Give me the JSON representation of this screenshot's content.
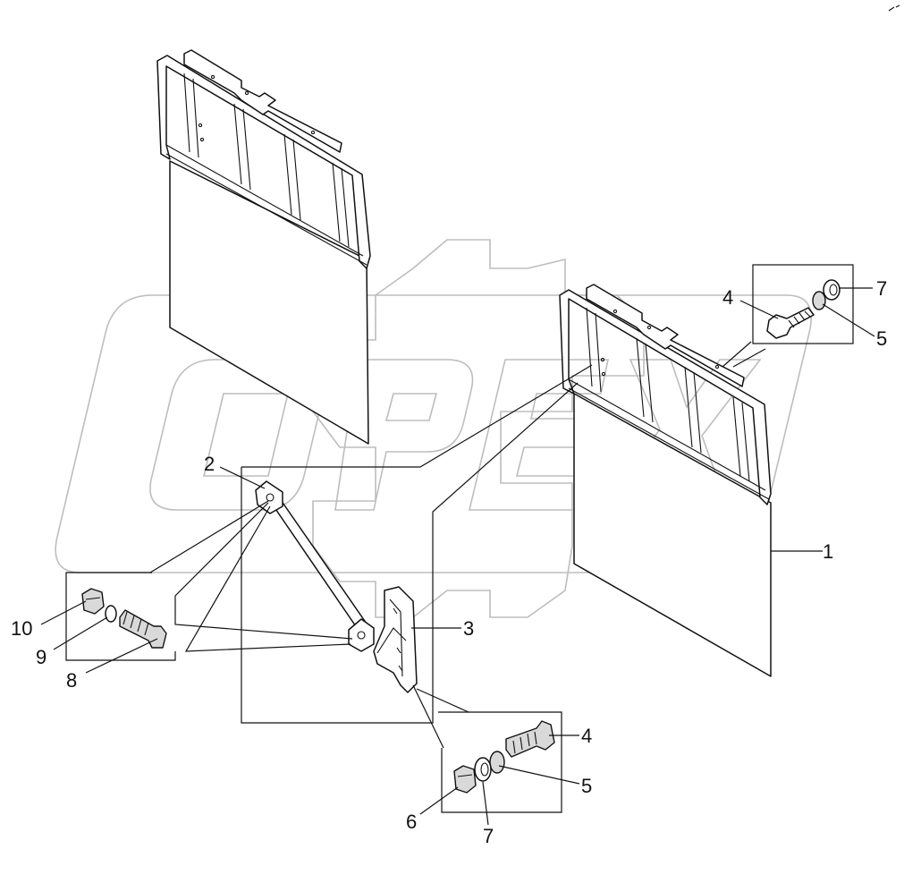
{
  "watermark": {
    "text": "OPEX"
  },
  "callouts": [
    {
      "id": "c1",
      "text": "1"
    },
    {
      "id": "c2",
      "text": "2"
    },
    {
      "id": "c3",
      "text": "3"
    },
    {
      "id": "c4a",
      "text": "4"
    },
    {
      "id": "c5a",
      "text": "5"
    },
    {
      "id": "c7a",
      "text": "7"
    },
    {
      "id": "c4b",
      "text": "4"
    },
    {
      "id": "c5b",
      "text": "5"
    },
    {
      "id": "c6",
      "text": "6"
    },
    {
      "id": "c7b",
      "text": "7"
    },
    {
      "id": "c8",
      "text": "8"
    },
    {
      "id": "c9",
      "text": "9"
    },
    {
      "id": "c10",
      "text": "10"
    }
  ]
}
